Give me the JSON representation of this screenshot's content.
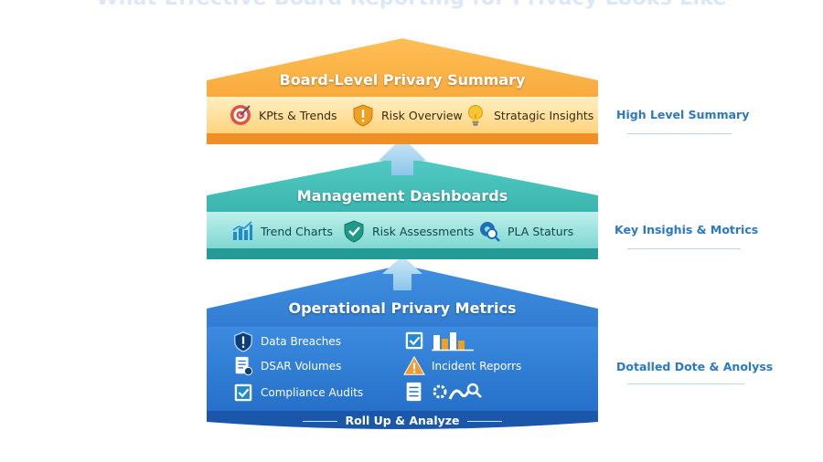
{
  "title": "What Effective Board Reporting for Privacy Looks Like",
  "tiers": [
    {
      "title": "Board-Level Privary Summary",
      "items": [
        {
          "label": "KPts & Trends",
          "icon": "target-icon"
        },
        {
          "label": "Risk Overview",
          "icon": "warning-shield-icon"
        },
        {
          "label": "Stratagic Insights",
          "icon": "lightbulb-icon"
        }
      ],
      "side_label": "High Level Summary",
      "colors": {
        "roof": "#f6b23e",
        "band": "#ffd98b",
        "base": "#f29a2e"
      }
    },
    {
      "title": "Management Dashboards",
      "items": [
        {
          "label": "Trend Charts",
          "icon": "bar-chart-icon"
        },
        {
          "label": "Risk Assessments",
          "icon": "check-shield-icon"
        },
        {
          "label": "PLA Staturs",
          "icon": "gear-search-icon"
        }
      ],
      "side_label": "Key Insighis & Motrics",
      "colors": {
        "roof": "#3fbdb6",
        "band": "#8fe0db",
        "base": "#2aa6a0"
      }
    },
    {
      "title": "Operational Privary Metrics",
      "items": [
        {
          "label": "Data Breaches",
          "icon": "alert-shield-icon"
        },
        {
          "label": "DSAR Volumes",
          "icon": "document-icon"
        },
        {
          "label": "Compliance Audits",
          "icon": "checkbox-icon"
        },
        {
          "label": "",
          "icon": "checkbox-bars-icon"
        },
        {
          "label": "Incident Reporrs",
          "icon": "warning-triangle-icon"
        },
        {
          "label": "",
          "icon": "list-gears-search-icon"
        }
      ],
      "side_label": "Dotalled Dote & Anolyss",
      "footer": "Roll Up & Analyze",
      "colors": {
        "roof": "#2f7fd6",
        "band": "#4f9be6",
        "base": "#1f5fb8"
      }
    }
  ],
  "colors": {
    "arrow": "#a9d4ef",
    "side_text": "#2a78c6"
  }
}
